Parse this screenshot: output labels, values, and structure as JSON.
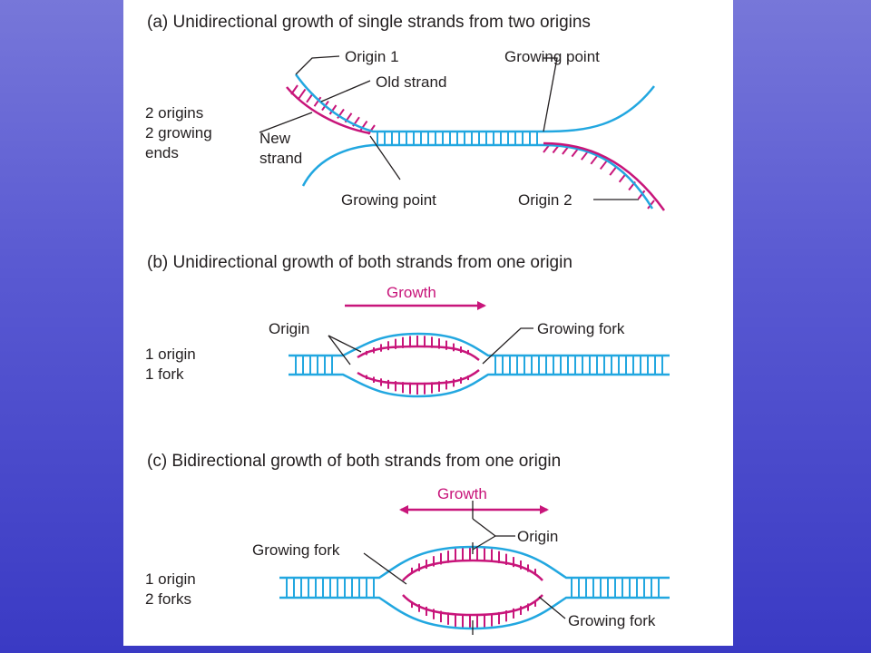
{
  "colors": {
    "old_strand": "#22a7e0",
    "new_strand": "#c8157a",
    "text": "#231f20"
  },
  "panel_a": {
    "title": "(a)  Unidirectional growth of single strands from two origins",
    "side_label": [
      "2 origins",
      "2 growing",
      "ends"
    ],
    "labels": {
      "origin1": "Origin 1",
      "old_strand": "Old strand",
      "new_strand": [
        "New",
        "strand"
      ],
      "growing_point_top": "Growing point",
      "growing_point_bottom": "Growing point",
      "origin2": "Origin 2"
    }
  },
  "panel_b": {
    "title": "(b)  Unidirectional growth of both strands from one origin",
    "growth": "Growth",
    "side_label": [
      "1 origin",
      "1 fork"
    ],
    "labels": {
      "origin": "Origin",
      "growing_fork": "Growing fork"
    }
  },
  "panel_c": {
    "title": "(c)  Bidirectional growth of both strands from one origin",
    "growth": "Growth",
    "side_label": [
      "1 origin",
      "2 forks"
    ],
    "labels": {
      "origin": "Origin",
      "growing_fork_left": "Growing fork",
      "growing_fork_right": "Growing fork"
    }
  }
}
